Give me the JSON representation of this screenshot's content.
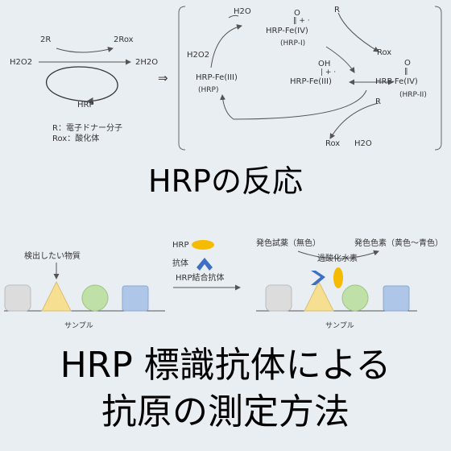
{
  "reaction_cycle": {
    "h2o2": "H2O2",
    "r": "2R",
    "rox": "2Rox",
    "h2o": "2H2O",
    "hrp": "HRP",
    "legend_r": "R：電子ドナー分子",
    "legend_rox": "Rox：酸化体"
  },
  "implies_symbol": "⇒",
  "mechanism": {
    "h2o_top": "H2O",
    "h2o2_left": "H2O2",
    "oxo_i": "O",
    "plus_dot_i": "‖ + ·",
    "fe_iv_i": "HRP-Fe(IV)",
    "hrp_i": "(HRP-I)",
    "r_top": "R",
    "rox_top": "Rox",
    "fe_iii": "HRP-Fe(III)",
    "hrp": "(HRP)",
    "oh": "OH",
    "plus_dot_oh": "| + ·",
    "fe_iii_oh": "HRP-Fe(III)",
    "oxo_ii": "O",
    "dbl_ii": "‖",
    "fe_iv_ii": "HRP-Fe(IV)",
    "hrp_ii": "(HRP-II)",
    "r_bottom": "R",
    "rox_bottom": "Rox",
    "h2o_bottom": "H2O"
  },
  "title1": "HRPの反応",
  "assay": {
    "target_label": "検出したい物質",
    "hrp_label": "HRP",
    "antibody_label": "抗体",
    "conjugate_label": "HRP結合抗体",
    "sample_left": "サンプル",
    "chromogen_label": "発色試薬（無色）",
    "colored_label": "発色色素（黄色～青色）",
    "peroxide_label": "過酸化水素",
    "sample_right": "サンプル"
  },
  "title2_line1": "HRP 標識抗体による",
  "title2_line2": "抗原の測定方法",
  "colors": {
    "cube": "#dcdcdc",
    "triangle": "#f7df92",
    "circle": "#bfe0a6",
    "prism": "#aec6e8",
    "hrp_enzyme": "#f5bb00",
    "antibody": "#3d6fc4",
    "line": "#555555"
  }
}
